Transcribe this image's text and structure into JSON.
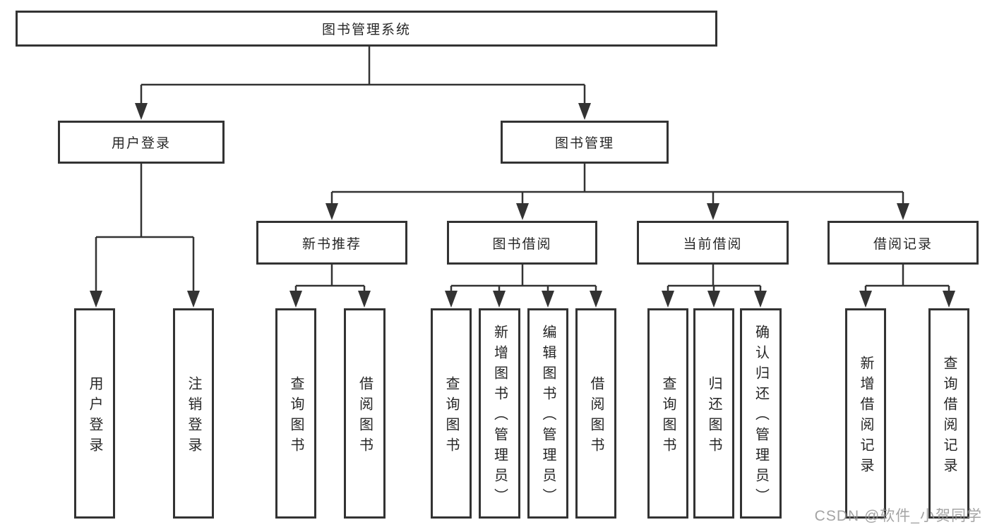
{
  "colors": {
    "line": "#333333",
    "node_text": "#262626",
    "watermark_text": "#949494",
    "background": "#ffffff"
  },
  "watermark": "CSDN @软件_小贺同学",
  "tree": {
    "root": "图书管理系统",
    "children": [
      {
        "label": "用户登录",
        "children": [
          "用户登录",
          "注销登录"
        ]
      },
      {
        "label": "图书管理",
        "children": [
          {
            "label": "新书推荐",
            "children": [
              "查询图书",
              "借阅图书"
            ]
          },
          {
            "label": "图书借阅",
            "children": [
              "查询图书",
              "新增图书（管理员）",
              "编辑图书（管理员）",
              "借阅图书"
            ]
          },
          {
            "label": "当前借阅",
            "children": [
              "查询图书",
              "归还图书",
              "确认归还（管理员）"
            ]
          },
          {
            "label": "借阅记录",
            "children": [
              "新增借阅记录",
              "查询借阅记录"
            ]
          }
        ]
      }
    ]
  }
}
